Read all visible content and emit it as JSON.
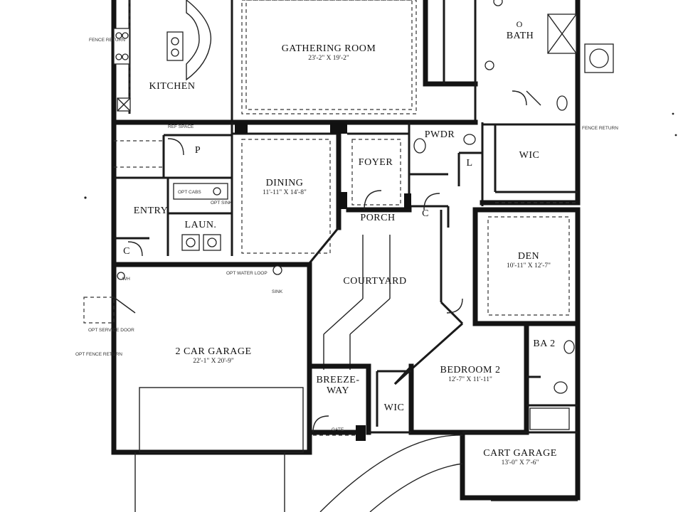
{
  "rooms": {
    "gathering": {
      "name": "GATHERING ROOM",
      "dim": "23'-2\" X 19'-2\""
    },
    "kitchen": {
      "name": "KITCHEN"
    },
    "bath": {
      "name": "BATH",
      "prefix": "O"
    },
    "dining": {
      "name": "DINING",
      "dim": "11'-11\" X 14'-8\""
    },
    "foyer": {
      "name": "FOYER"
    },
    "pwdr": {
      "name": "PWDR"
    },
    "wic_master": {
      "name": "WIC"
    },
    "pantry": {
      "name": "P"
    },
    "linen": {
      "name": "L"
    },
    "entry": {
      "name": "ENTRY"
    },
    "laun": {
      "name": "LAUN."
    },
    "porch": {
      "name": "PORCH"
    },
    "closet_entry": {
      "name": "C"
    },
    "closet_porch": {
      "name": "C"
    },
    "den": {
      "name": "DEN",
      "dim": "10'-11\" X 12'-7\""
    },
    "courtyard": {
      "name": "COURTYARD"
    },
    "garage": {
      "name": "2 CAR GARAGE",
      "dim": "22'-1\" X 20'-9\""
    },
    "ba2": {
      "name": "BA 2"
    },
    "bedroom2": {
      "name": "BEDROOM 2",
      "dim": "12'-7\" X 11'-11\""
    },
    "breezeway": {
      "name_line1": "BREEZE-",
      "name_line2": "WAY"
    },
    "wic_bed2": {
      "name": "WIC"
    },
    "cart_garage": {
      "name": "CART GARAGE",
      "dim": "13'-0\" X 7'-6\""
    }
  },
  "notes": {
    "fence_return_left": "FENCE RETURN",
    "fence_return_right": "FENCE RETURN",
    "ref_space": "REF SPACE",
    "opt_service_door": "OPT SERVICE DOOR",
    "opt_fence_return": "OPT FENCE RETURN",
    "wh": "WH",
    "opt_water_loop": "OPT WATER LOOP",
    "sink": "SINK",
    "opt_sink": "OPT SINK",
    "opt_cabs": "OPT CABS",
    "gate": "GATE"
  },
  "colors": {
    "ink": "#141414",
    "paper": "#ffffff"
  }
}
